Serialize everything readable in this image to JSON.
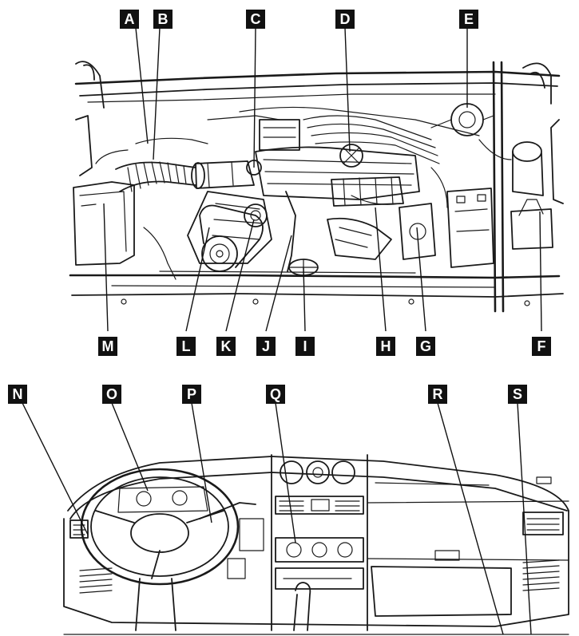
{
  "labels": {
    "A": "A",
    "B": "B",
    "C": "C",
    "D": "D",
    "E": "E",
    "F": "F",
    "G": "G",
    "H": "H",
    "I": "I",
    "J": "J",
    "K": "K",
    "L": "L",
    "M": "M",
    "N": "N",
    "O": "O",
    "P": "P",
    "Q": "Q",
    "R": "R",
    "S": "S"
  },
  "colors": {
    "line": "#1a1a1a",
    "label_bg": "#111111",
    "label_fg": "#ffffff",
    "paper": "#ffffff"
  }
}
